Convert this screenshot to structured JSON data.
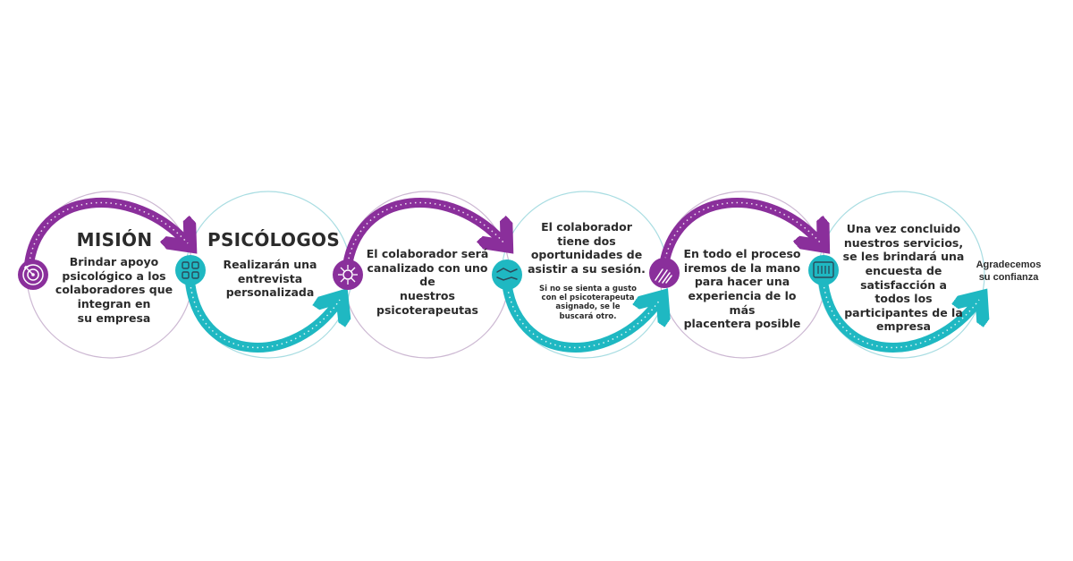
{
  "colors": {
    "purple": "#8a2f9b",
    "teal": "#1fb8c2",
    "ring_purple": "#c9b4cf",
    "ring_teal": "#a8dde2",
    "text": "#2b2b2b"
  },
  "steps": [
    {
      "title": "MISIÓN",
      "lines": [
        "Brindar apoyo",
        "psicológico a los",
        "colaboradores que",
        "integran en",
        "su empresa"
      ],
      "icon": "target-icon"
    },
    {
      "title": "PSICÓLOGOS",
      "lines": [
        "Realizarán una",
        "entrevista",
        "personalizada"
      ],
      "icon": "network-flow-icon"
    },
    {
      "lines": [
        "El colaborador será",
        "canalizado con uno",
        "de",
        "nuestros",
        "psicoterapeutas"
      ],
      "icon": "hub-icon"
    },
    {
      "lines": [
        "El colaborador",
        "tiene dos",
        "oportunidades de",
        "asistir a su sesión."
      ],
      "small_lines": [
        "Si no se sienta a gusto",
        "con el psicoterapeuta",
        "asignado, se le",
        "buscará otro."
      ],
      "icon": "handshake-icon"
    },
    {
      "lines": [
        "En todo el proceso",
        "iremos de la mano",
        "para hacer una",
        "experiencia de lo más",
        "placentera posible"
      ],
      "icon": "hands-icon"
    },
    {
      "lines": [
        "Una vez concluido",
        "nuestros servicios,",
        "se les brindará una",
        "encuesta de",
        "satisfacción a",
        "todos los",
        "participantes de la",
        "empresa"
      ],
      "icon": "survey-icon"
    }
  ],
  "closing": {
    "lines": [
      "Agradecemos",
      "su confianza"
    ]
  }
}
